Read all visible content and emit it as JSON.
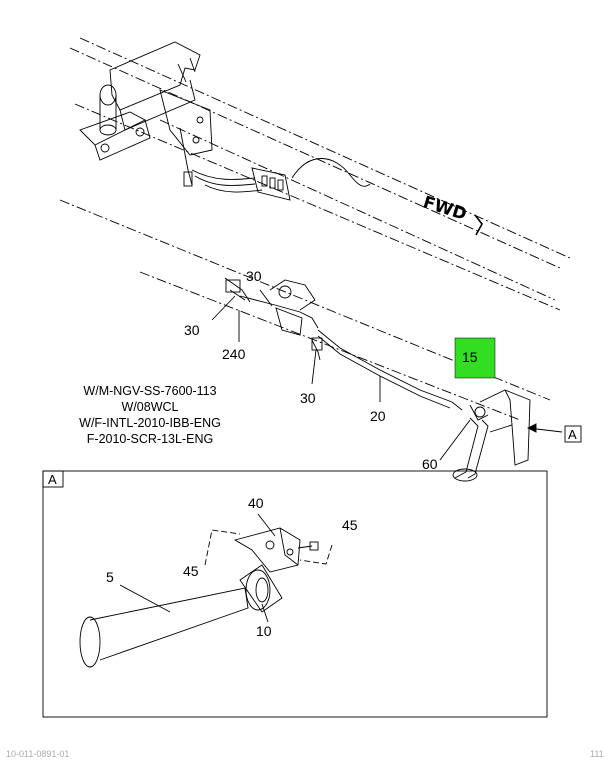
{
  "callouts": {
    "c30a": "30",
    "c30b": "30",
    "c30c": "30",
    "c240": "240",
    "c20": "20",
    "c15": "15",
    "c60": "60",
    "c40": "40",
    "c45a": "45",
    "c45b": "45",
    "c5": "5",
    "c10": "10"
  },
  "fwd_label": "FWD",
  "view_ref": "A",
  "inset_label": "A",
  "notes": [
    "W/M-NGV-SS-7600-113",
    "W/08WCL",
    "W/F-INTL-2010-IBB-ENG",
    "F-2010-SCR-13L-ENG"
  ],
  "highlight_color": "#33dd22",
  "footer_left": "10-011-0891-01",
  "footer_right": "111"
}
